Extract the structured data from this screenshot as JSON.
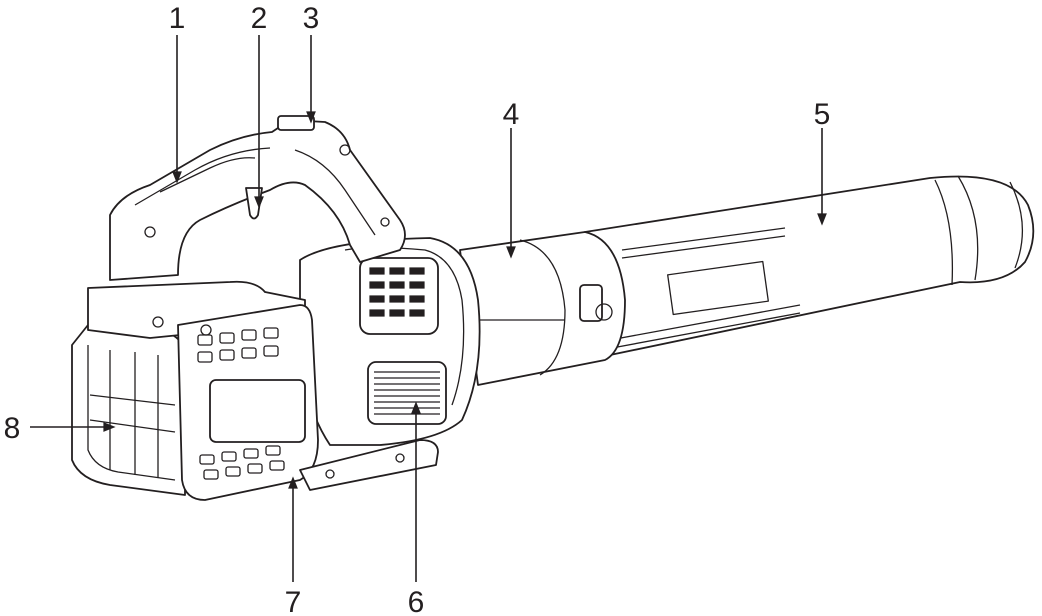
{
  "diagram": {
    "callouts": [
      {
        "id": "1",
        "label": "1"
      },
      {
        "id": "2",
        "label": "2"
      },
      {
        "id": "3",
        "label": "3"
      },
      {
        "id": "4",
        "label": "4"
      },
      {
        "id": "5",
        "label": "5"
      },
      {
        "id": "6",
        "label": "6"
      },
      {
        "id": "7",
        "label": "7"
      },
      {
        "id": "8",
        "label": "8"
      }
    ],
    "colors": {
      "line": "#231f20",
      "background": "#ffffff"
    }
  }
}
